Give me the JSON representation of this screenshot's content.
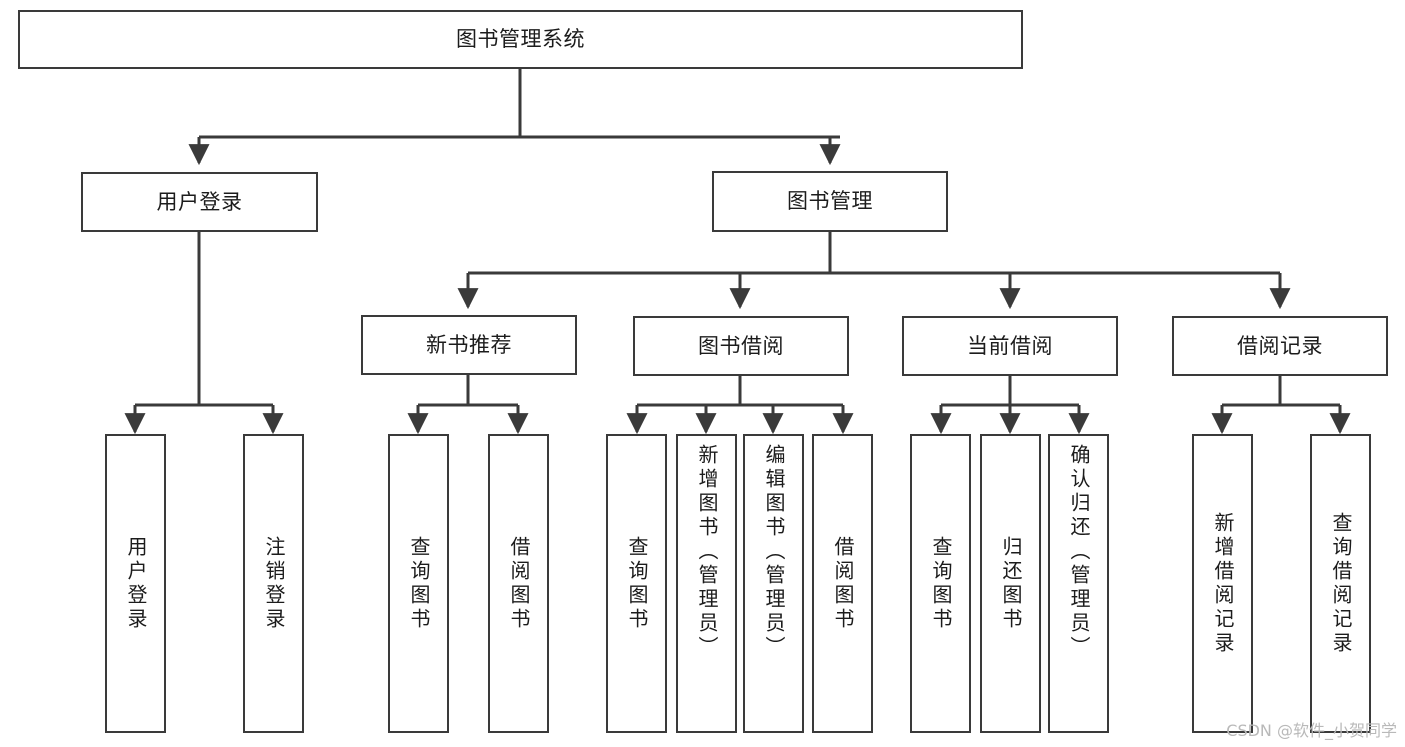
{
  "diagram": {
    "type": "tree",
    "title": "图书管理系统",
    "watermark": "CSDN @软件_小贺同学",
    "colors": {
      "stroke": "#3a3a3a",
      "fill": "#ffffff",
      "text": "#1c1c1c",
      "watermark": "#b9b9b9"
    },
    "nodes": {
      "root": {
        "label": "图书管理系统"
      },
      "level2": [
        {
          "id": "user-login",
          "label": "用户登录"
        },
        {
          "id": "book-manage",
          "label": "图书管理"
        }
      ],
      "level3": [
        {
          "id": "new-book-recommend",
          "label": "新书推荐"
        },
        {
          "id": "book-borrow",
          "label": "图书借阅"
        },
        {
          "id": "current-borrow",
          "label": "当前借阅"
        },
        {
          "id": "borrow-record",
          "label": "借阅记录"
        }
      ],
      "leaves": {
        "user-login": [
          {
            "id": "leaf-user-login",
            "label": "用户登录"
          },
          {
            "id": "leaf-user-logout",
            "label": "注销登录"
          }
        ],
        "new-book-recommend": [
          {
            "id": "leaf-query-book-1",
            "label": "查询图书"
          },
          {
            "id": "leaf-borrow-book-1",
            "label": "借阅图书"
          }
        ],
        "book-borrow": [
          {
            "id": "leaf-query-book-2",
            "label": "查询图书"
          },
          {
            "id": "leaf-add-book",
            "label": "新增图书（管理员）"
          },
          {
            "id": "leaf-edit-book",
            "label": "编辑图书（管理员）"
          },
          {
            "id": "leaf-borrow-book-2",
            "label": "借阅图书"
          }
        ],
        "current-borrow": [
          {
            "id": "leaf-query-book-3",
            "label": "查询图书"
          },
          {
            "id": "leaf-return-book",
            "label": "归还图书"
          },
          {
            "id": "leaf-confirm-return",
            "label": "确认归还（管理员）"
          }
        ],
        "borrow-record": [
          {
            "id": "leaf-add-record",
            "label": "新增借阅记录"
          },
          {
            "id": "leaf-query-record",
            "label": "查询借阅记录"
          }
        ]
      }
    }
  }
}
